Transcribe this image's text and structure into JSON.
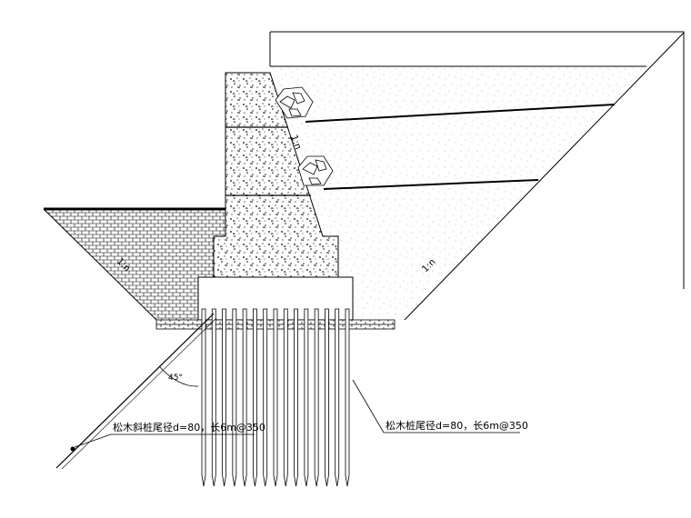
{
  "labels": {
    "slope_ratio_top": "1:n",
    "slope_ratio_left": "1:n",
    "slope_ratio_right": "1:n",
    "angle": "45°",
    "inclined_pile": "松木斜桩尾径d=80，长6m@350",
    "vertical_pile": "松木桩尾径d=80，长6m@350"
  },
  "piles": {
    "count": 15
  },
  "reinforcement_layers": 2,
  "colors": {
    "line": "#000000",
    "background": "#ffffff"
  }
}
